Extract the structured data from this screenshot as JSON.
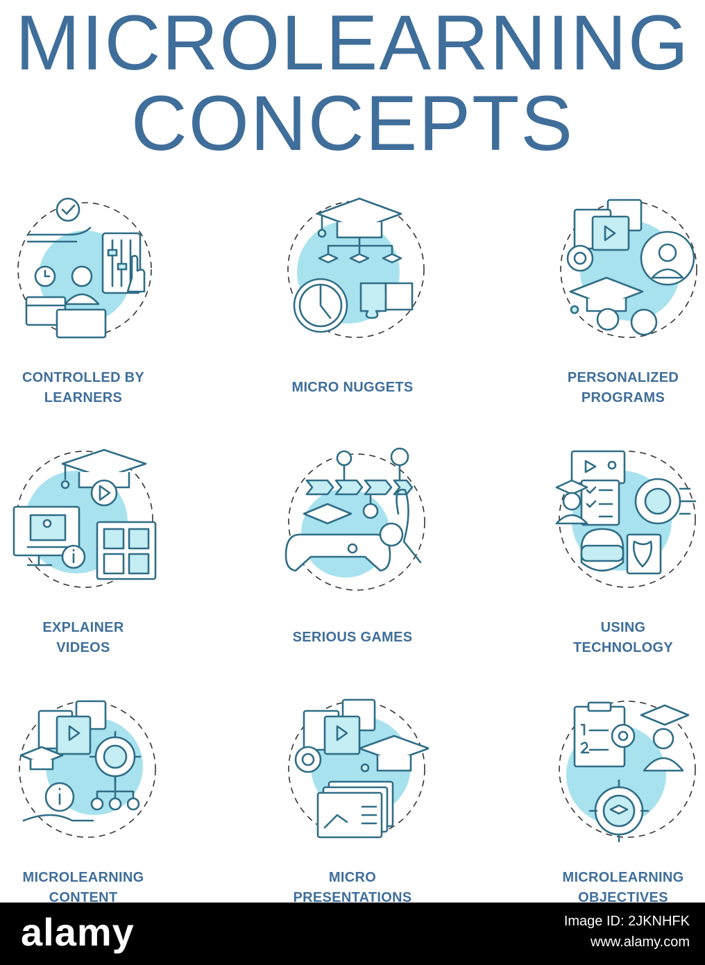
{
  "title": {
    "line1": "MICROLEARNING",
    "line2": "CONCEPTS"
  },
  "colors": {
    "text": "#3f6e9a",
    "stroke": "#2f6d86",
    "accent": "#a8e2ee"
  },
  "concepts": [
    {
      "line1": "CONTROLLED BY",
      "line2": "LEARNERS",
      "icon": "controlled-by-learners-icon"
    },
    {
      "line1": "MICRO NUGGETS",
      "line2": "",
      "icon": "micro-nuggets-icon"
    },
    {
      "line1": "PERSONALIZED",
      "line2": "PROGRAMS",
      "icon": "personalized-programs-icon"
    },
    {
      "line1": "EXPLAINER",
      "line2": "VIDEOS",
      "icon": "explainer-videos-icon"
    },
    {
      "line1": "SERIOUS GAMES",
      "line2": "",
      "icon": "serious-games-icon"
    },
    {
      "line1": "USING",
      "line2": "TECHNOLOGY",
      "icon": "using-technology-icon"
    },
    {
      "line1": "MICROLEARNING",
      "line2": "CONTENT",
      "icon": "microlearning-content-icon"
    },
    {
      "line1": "MICRO",
      "line2": "PRESENTATIONS",
      "icon": "micro-presentations-icon"
    },
    {
      "line1": "MICROLEARNING",
      "line2": "OBJECTIVES",
      "icon": "microlearning-objectives-icon"
    }
  ],
  "footer": {
    "logo": "alamy",
    "image_id_label": "Image ID: 2JKNHFK",
    "site": "www.alamy.com"
  }
}
